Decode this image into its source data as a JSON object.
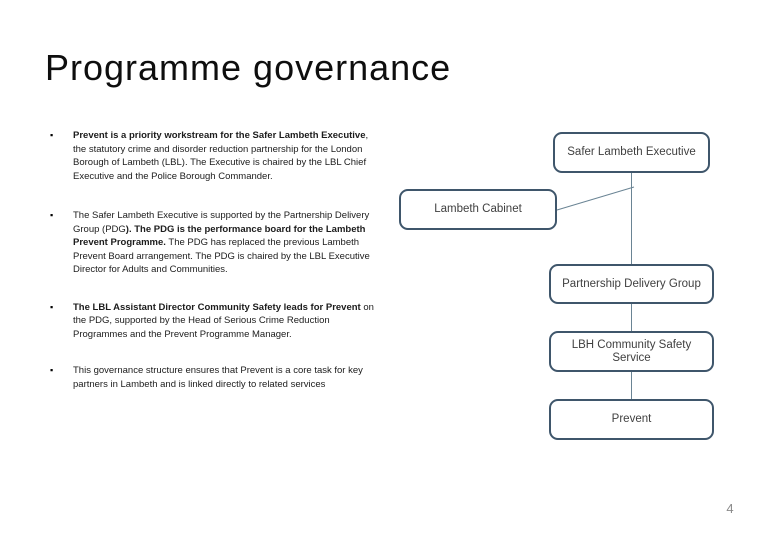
{
  "slide": {
    "title": "Programme governance",
    "page_number": "4"
  },
  "bullets": [
    {
      "marker": "▪",
      "segments": [
        {
          "bold": true,
          "text": "Prevent is a priority workstream for the Safer Lambeth Executive"
        },
        {
          "bold": false,
          "text": ", the statutory crime and disorder reduction partnership for the London Borough of Lambeth (LBL).  The Executive is chaired by the LBL Chief Executive and the Police Borough Commander."
        }
      ]
    },
    {
      "marker": "▪",
      "segments": [
        {
          "bold": false,
          "text": "The Safer Lambeth Executive is supported by the Partnership Delivery Group (PDG"
        },
        {
          "bold": true,
          "text": ").  The PDG is the performance board for the Lambeth Prevent Programme."
        },
        {
          "bold": false,
          "text": "  The PDG has replaced the previous Lambeth Prevent Board arrangement.  The PDG is chaired by the LBL Executive Director for Adults and Communities."
        }
      ]
    },
    {
      "marker": "▪",
      "segments": [
        {
          "bold": true,
          "text": "The LBL Assistant Director Community Safety leads for Prevent"
        },
        {
          "bold": false,
          "text": " on the PDG, supported by the Head of Serious Crime Reduction Programmes and the Prevent Programme Manager."
        }
      ]
    },
    {
      "marker": "▪",
      "segments": [
        {
          "bold": false,
          "text": "This governance structure ensures that Prevent is a core task for key partners in Lambeth and is linked directly to related services"
        }
      ]
    }
  ],
  "diagram": {
    "nodes": [
      {
        "id": "safer-lambeth-executive",
        "label": "Safer Lambeth Executive"
      },
      {
        "id": "lambeth-cabinet",
        "label": "Lambeth Cabinet"
      },
      {
        "id": "partnership-delivery-group",
        "label": "Partnership Delivery Group"
      },
      {
        "id": "lbh-community-safety-service",
        "label": "LBH Community Safety\nService"
      },
      {
        "id": "prevent",
        "label": "Prevent"
      }
    ]
  },
  "colors": {
    "box_border": "#3f566b",
    "connector": "#6a8494",
    "box_text": "#404040",
    "title_color": "#0e0e0e",
    "body_text": "#1c1c1c",
    "page_number_color": "#8a8a8a"
  }
}
